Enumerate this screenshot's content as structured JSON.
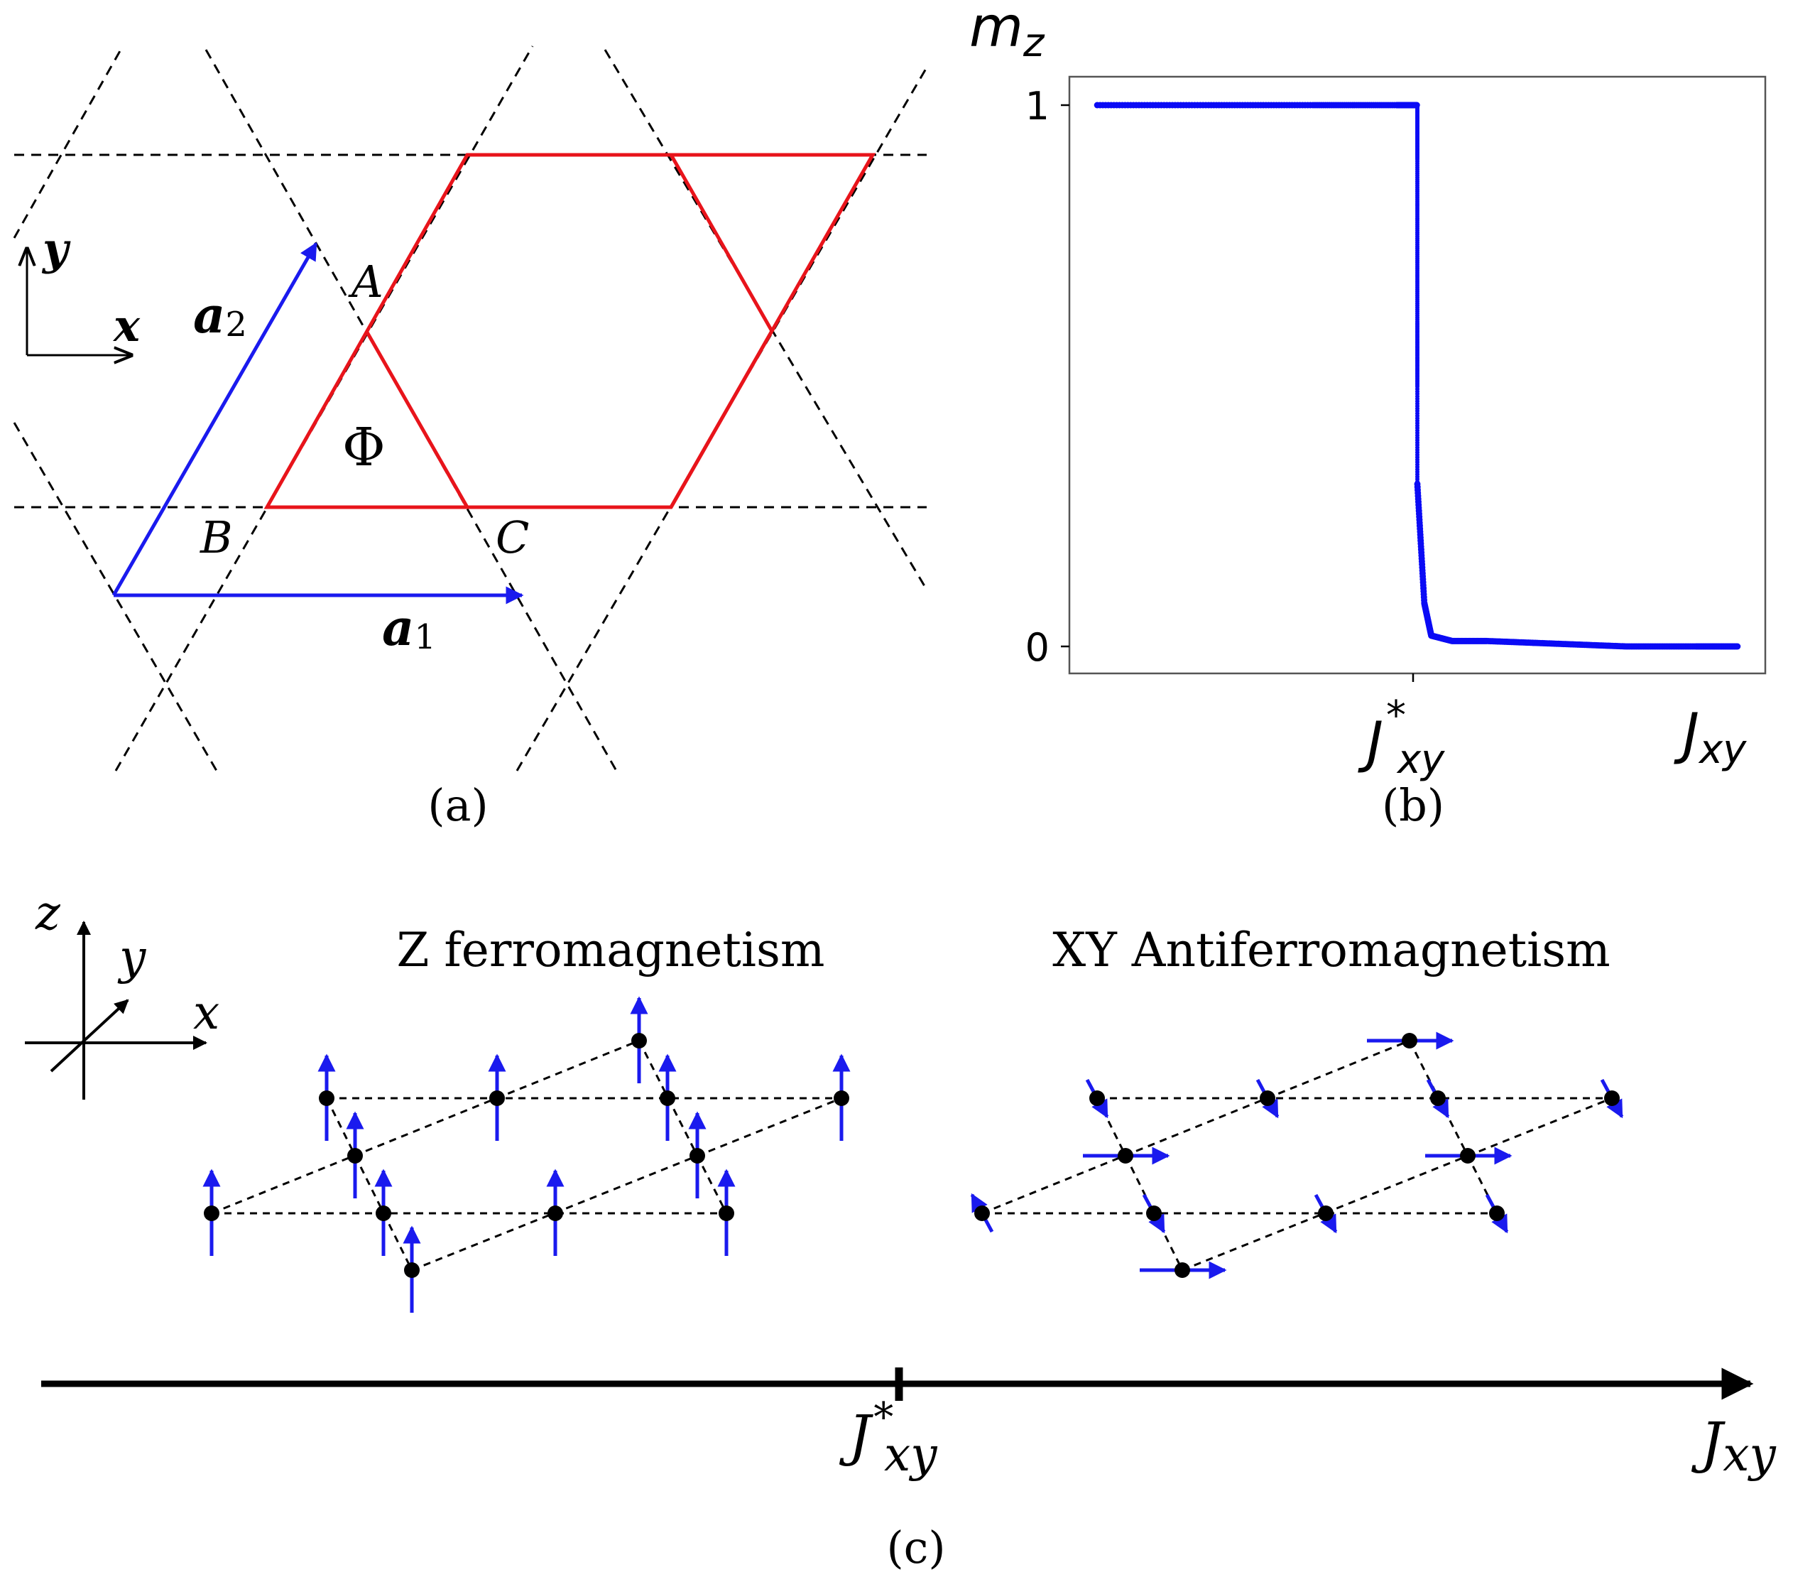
{
  "panel_a": {
    "caption": "(a)",
    "axis_y": "y",
    "axis_x": "x",
    "vec_a2_sym": "a",
    "vec_a2_sub": "2",
    "vec_a1_sym": "a",
    "vec_a1_sub": "1",
    "site_A": "A",
    "site_B": "B",
    "site_C": "C",
    "flux": "Φ",
    "colors": {
      "lattice": "#e8141b",
      "vectors": "#1a1aee",
      "dashed": "#000000"
    }
  },
  "panel_b": {
    "caption": "(b)",
    "ylabel_main": "m",
    "ylabel_sub": "z",
    "xlabel_main": "J",
    "xlabel_sub": "xy",
    "tick_label_main": "J",
    "tick_label_sup": "*",
    "tick_label_sub": "xy",
    "y_tick_1": "1",
    "y_tick_0": "0",
    "series_color": "#0b0bf5"
  },
  "chart_data": {
    "type": "scatter",
    "xlabel": "Jxy",
    "ylabel": "mz",
    "x_ticks": [
      "J*xy"
    ],
    "y_ticks": [
      0,
      1
    ],
    "xlim": [
      0,
      1
    ],
    "ylim": [
      -0.05,
      1.05
    ],
    "grid": false,
    "series": [
      {
        "x": [
          0.04,
          0.2,
          0.35,
          0.47,
          0.5,
          0.5,
          0.5,
          0.5,
          0.5,
          0.5,
          0.51,
          0.52,
          0.55,
          0.6,
          0.7,
          0.8,
          0.9,
          0.96
        ],
        "values": [
          1.0,
          1.0,
          1.0,
          1.0,
          1.0,
          0.9,
          0.75,
          0.6,
          0.48,
          0.3,
          0.08,
          0.02,
          0.01,
          0.01,
          0.005,
          0.0,
          0.0,
          0.0
        ]
      }
    ]
  },
  "panel_c": {
    "caption": "(c)",
    "axis_z": "z",
    "axis_y": "y",
    "axis_x": "x",
    "title_left": "Z ferromagnetism",
    "title_right": "XY Antiferromagnetism",
    "arrow_tick_main": "J",
    "arrow_tick_sup": "*",
    "arrow_tick_sub": "xy",
    "arrow_end_main": "J",
    "arrow_end_sub": "xy",
    "spin_color": "#1a1aee"
  }
}
